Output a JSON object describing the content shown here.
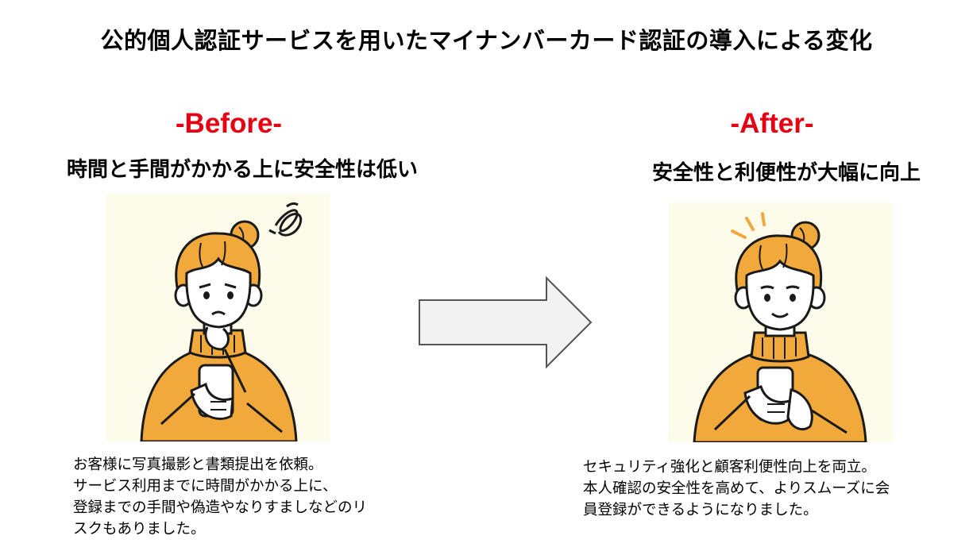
{
  "title": "公的個人認証サービスを用いたマイナンバーカード認証の導入による変化",
  "before": {
    "label": "-Before-",
    "subtitle": "時間と手間がかかる上に安全性は低い",
    "description": [
      "お客様に写真撮影と書類提出を依頼。",
      "サービス利用までに時間がかかる上に、",
      "登録までの手間や偽造やなりすましなどのリ",
      "スクもありました。"
    ]
  },
  "after": {
    "label": "-After-",
    "subtitle": "安全性と利便性が大幅に向上",
    "description": [
      "セキュリティ強化と顧客利便性向上を両立。",
      "本人確認の安全性を高めて、よりスムーズに会",
      "員登録ができるようになりました。"
    ]
  },
  "colors": {
    "accent_red": "#e60012",
    "hair_orange": "#f2a93b",
    "illustration_bg": "#fdfbea",
    "arrow_fill": "#f2f2f2",
    "arrow_stroke": "#555555"
  },
  "icons": {
    "before_person": "confused-person-with-phone-icon",
    "after_person": "happy-person-with-phone-icon",
    "transition_arrow": "right-arrow-icon"
  }
}
